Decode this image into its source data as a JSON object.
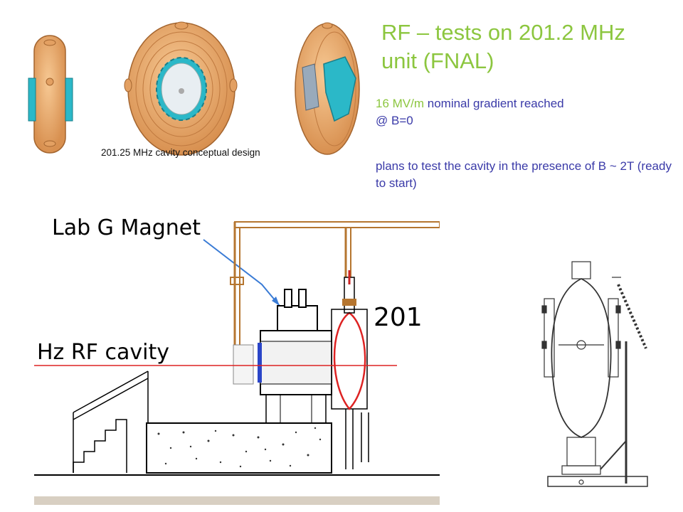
{
  "slide": {
    "title": "RF – tests on 201.2 MHz unit (FNAL)",
    "para1_highlight": "16 MV/m",
    "para1_rest": " nominal gradient reached",
    "para1_line2": "@ B=0",
    "para2": "plans to test the cavity in the presence of  B ~ 2T (ready to start)"
  },
  "figures": {
    "cavity_caption": "201.25 MHz cavity conceptual design",
    "magnet_label": "Lab G Magnet",
    "cavity_label": "Hz  RF  cavity",
    "side_label": "201"
  },
  "colors": {
    "copper": "#e8a868",
    "copper_dark": "#b9773f",
    "cyan": "#2bb8c8",
    "title_green": "#8cc63f",
    "text_navy": "#3a3aa8"
  }
}
